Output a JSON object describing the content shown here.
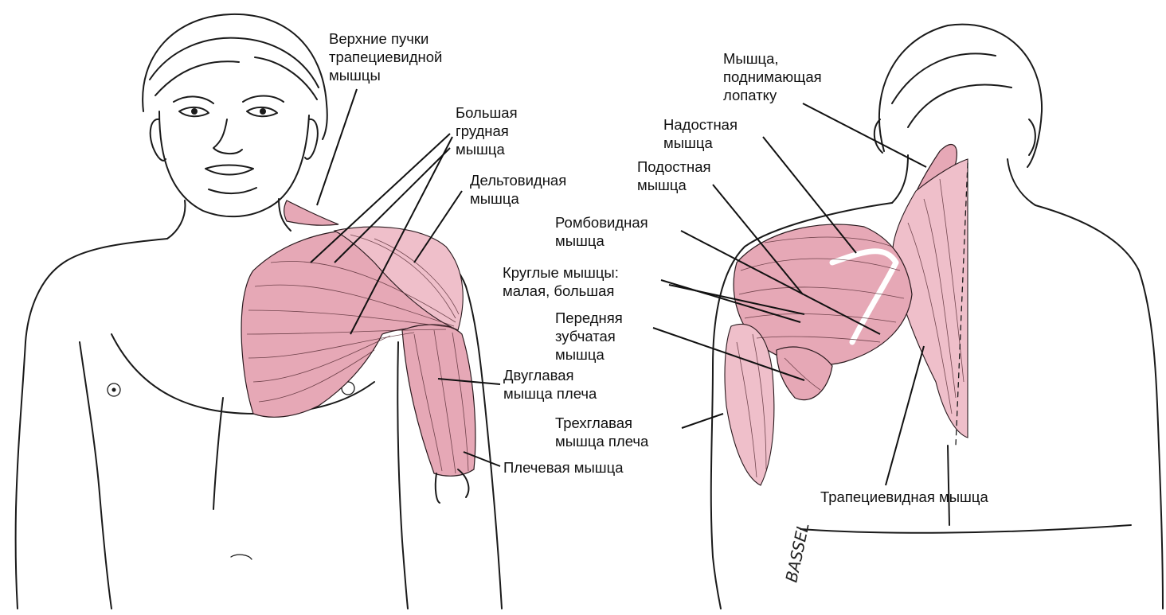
{
  "labels": {
    "upper_trapezius": [
      "Верхние пучки",
      "трапециевидной",
      "мышцы"
    ],
    "pectoralis_major": [
      "Большая",
      "грудная",
      "мышца"
    ],
    "deltoid": [
      "Дельтовидная",
      "мышца"
    ],
    "biceps": [
      "Двуглавая",
      "мышца плеча"
    ],
    "brachialis": [
      "Плечевая мышца"
    ],
    "levator_scapulae": [
      "Мышца,",
      "поднимающая",
      "лопатку"
    ],
    "supraspinatus": [
      "Надостная",
      "мышца"
    ],
    "infraspinatus": [
      "Подостная",
      "мышца"
    ],
    "rhomboid": [
      "Ромбовидная",
      "мышца"
    ],
    "teres": [
      "Круглые мышцы:",
      "малая, большая"
    ],
    "serratus_anterior": [
      "Передняя",
      "зубчатая",
      "мышца"
    ],
    "triceps": [
      "Трехглавая",
      "мышца плеча"
    ],
    "trapezius": [
      "Трапециевидная мышца"
    ]
  },
  "signature": "BASSEL",
  "colors": {
    "muscle": "#e6a8b6",
    "outline": "#1a1a1a",
    "background": "#ffffff"
  }
}
